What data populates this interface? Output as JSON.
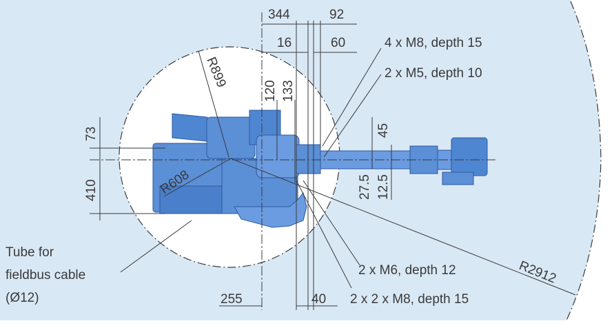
{
  "dimensions": {
    "d344": "344",
    "d92": "92",
    "d16": "16",
    "d60": "60",
    "d120": "120",
    "d133": "133",
    "d73": "73",
    "d410": "410",
    "d45": "45",
    "d27_5": "27.5",
    "d12_5": "12.5",
    "d255": "255",
    "d40": "40"
  },
  "radii": {
    "r899": "R899",
    "r608": "R608",
    "r2912": "R2912"
  },
  "notes": {
    "m8_4x": "4 x M8, depth 15",
    "m5_2x": "2 x M5, depth 10",
    "m6_2x": "2 x M6, depth 12",
    "m8_2x2x": "2 x 2 x M8, depth 15",
    "tube_line1": "Tube for",
    "tube_line2": "fieldbus cable",
    "tube_line3": "(Ø12)"
  },
  "colors": {
    "work_area": "#d9e8f5",
    "robot_fill": "#5b8fd6",
    "robot_dark": "#3d6fb8",
    "line": "#3a3a3a"
  }
}
